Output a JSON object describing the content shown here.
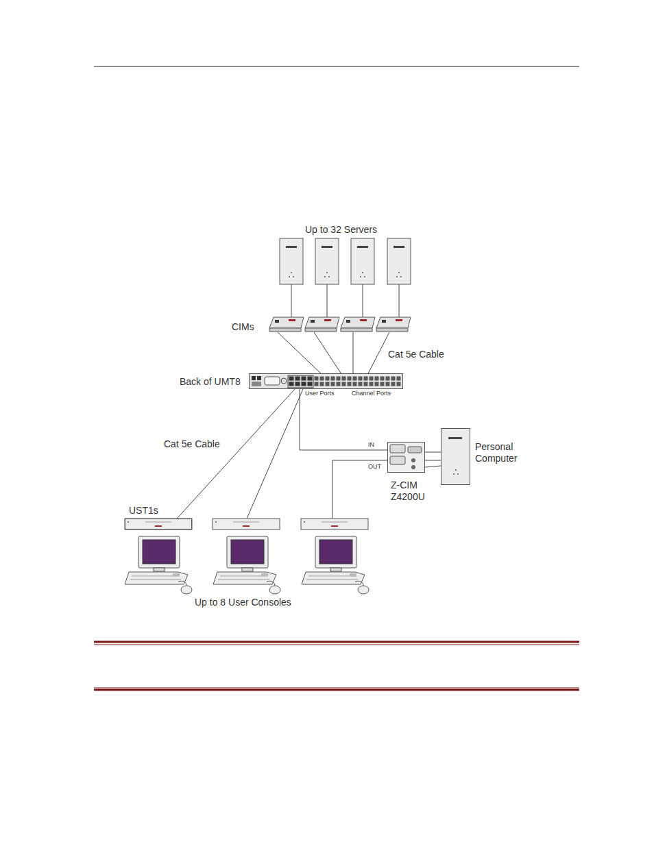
{
  "diagram": {
    "nodes": [
      {
        "text": [
          "Back of UMT8"
        ]
      },
      {
        "text": [
          "Z-CIM Z4200U"
        ]
      },
      {
        "text": [
          "Personal Computer"
        ]
      },
      {
        "text": [
          "UST1s"
        ]
      }
    ],
    "edges": [
      {
        "from": 0,
        "to": 3,
        "label": "Cat 5e Cable",
        "arrow": "none"
      },
      {
        "from": 0,
        "to": 1,
        "label": "IN",
        "arrow": "none"
      },
      {
        "from": 1,
        "to": 2,
        "arrow": "none"
      }
    ],
    "labels": [
      "Up to 32 Servers",
      "CIMs",
      "Cat 5e Cable",
      "User Ports",
      "Channel Ports",
      "OUT",
      "Up to 8 User Consoles"
    ]
  }
}
